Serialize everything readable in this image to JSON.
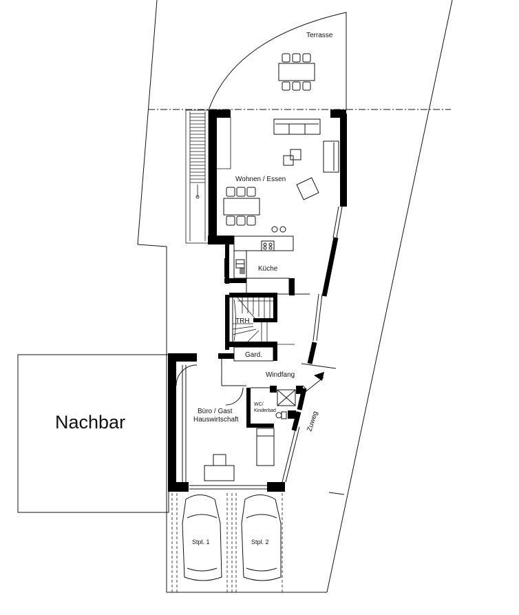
{
  "labels": {
    "terrace": "Terrasse",
    "living": "Wohnen / Essen",
    "kitchen": "Küche",
    "stair": "TRH",
    "wardrobe": "Gard.",
    "entry": "Windfang",
    "office_line1": "Büro / Gast",
    "office_line2": "Hauswirtschaft",
    "wc_line1": "WC/",
    "wc_line2": "Kinderbad",
    "path": "Zuweg",
    "neighbour": "Nachbar",
    "parking1": "Stpl. 1",
    "parking2": "Stpl. 2"
  },
  "colors": {
    "line": "#111111",
    "wall": "#000000",
    "background": "#ffffff"
  }
}
